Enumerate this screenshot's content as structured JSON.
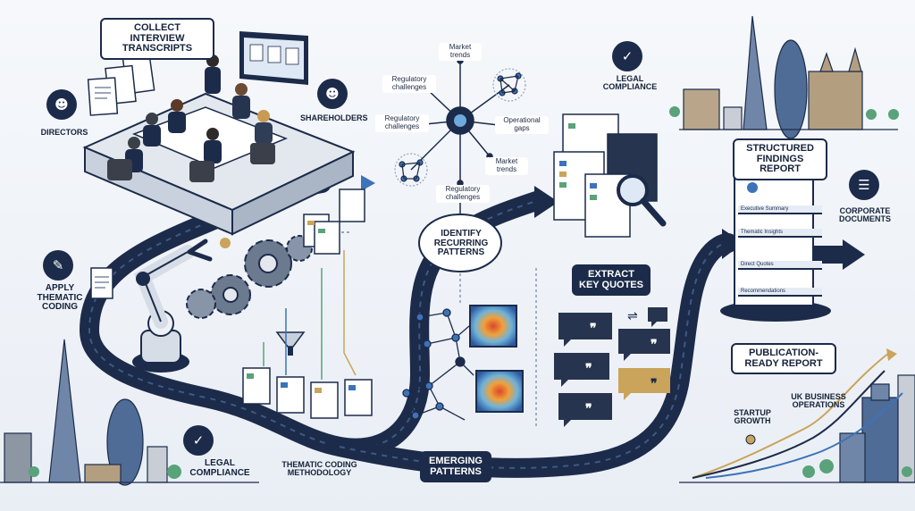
{
  "labels": {
    "collect_interview": "COLLECT INTERVIEW TRANSCRIPTS",
    "directors": "DIRECTORS",
    "shareholders": "SHAREHOLDERS",
    "apply_coding": "APPLY THEMATIC CODING",
    "legal_compliance_top": "LEGAL COMPLIANCE",
    "legal_compliance_bottom": "LEGAL COMPLIANCE",
    "thematic_methodology": "THEMATIC CODING METHODOLOGY",
    "identify_patterns": "IDENTIFY RECURRING PATTERNS",
    "extract_quotes": "EXTRACT KEY QUOTES",
    "emerging_patterns": "EMERGING PATTERNS",
    "structured_report": "STRUCTURED FINDINGS REPORT",
    "corporate_documents": "CORPORATE DOCUMENTS",
    "publication_ready": "PUBLICATION-READY REPORT",
    "startup_growth": "STARTUP GROWTH",
    "uk_business": "UK BUSINESS OPERATIONS"
  },
  "network_labels": {
    "market_trends_top": "Market trends",
    "regulatory_1": "Regulatory challenges",
    "regulatory_2": "Regulatory challenges",
    "operational_gaps": "Operational gaps",
    "market_trends_right": "Market trends",
    "regulatory_3": "Regulatory challenges"
  },
  "report_sections": {
    "s1": "Executive Summary",
    "s2": "Thematic Insights",
    "s3": "Direct Quotes",
    "s4": "Recommendations"
  },
  "colors": {
    "navy": "#1c2b4a",
    "accent_blue": "#3d73b8",
    "gold": "#c9a45a",
    "green": "#5aa27a",
    "heat_red": "#d9482b"
  },
  "icons": {
    "directors": "people-group-icon",
    "shareholders": "people-group-icon",
    "legal": "clipboard-check-icon",
    "coding": "document-icon",
    "search": "magnifier-icon",
    "corporate": "document-icon"
  }
}
